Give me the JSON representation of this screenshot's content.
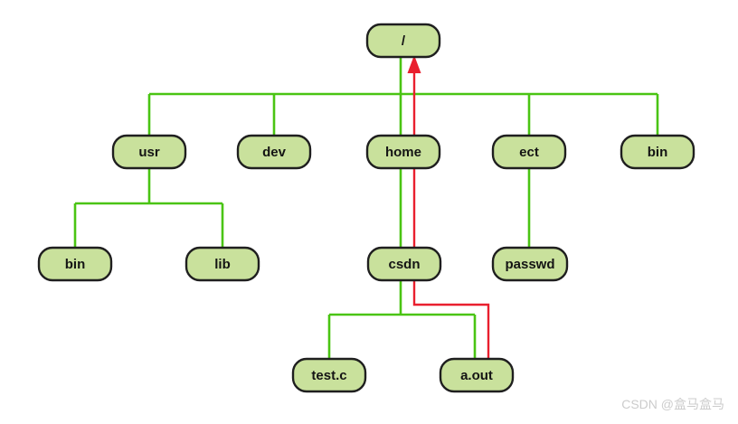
{
  "diagram": {
    "type": "tree",
    "description": "Linux filesystem directory tree with a red arrow path from a.out up through csdn and home to the root /",
    "nodes": [
      {
        "id": "root",
        "label": "/",
        "parent": null
      },
      {
        "id": "usr",
        "label": "usr",
        "parent": "/"
      },
      {
        "id": "dev",
        "label": "dev",
        "parent": "/"
      },
      {
        "id": "home",
        "label": "home",
        "parent": "/"
      },
      {
        "id": "ect",
        "label": "ect",
        "parent": "/"
      },
      {
        "id": "bin",
        "label": "bin",
        "parent": "/"
      },
      {
        "id": "usr-bin",
        "label": "bin",
        "parent": "usr"
      },
      {
        "id": "usr-lib",
        "label": "lib",
        "parent": "usr"
      },
      {
        "id": "csdn",
        "label": "csdn",
        "parent": "home"
      },
      {
        "id": "passwd",
        "label": "passwd",
        "parent": "ect"
      },
      {
        "id": "test-c",
        "label": "test.c",
        "parent": "csdn"
      },
      {
        "id": "a-out",
        "label": "a.out",
        "parent": "csdn"
      }
    ],
    "edges": [
      {
        "from": "/",
        "to": "usr"
      },
      {
        "from": "/",
        "to": "dev"
      },
      {
        "from": "/",
        "to": "home"
      },
      {
        "from": "/",
        "to": "ect"
      },
      {
        "from": "/",
        "to": "bin"
      },
      {
        "from": "usr",
        "to": "bin"
      },
      {
        "from": "usr",
        "to": "lib"
      },
      {
        "from": "home",
        "to": "csdn"
      },
      {
        "from": "ect",
        "to": "passwd"
      },
      {
        "from": "csdn",
        "to": "test.c"
      },
      {
        "from": "csdn",
        "to": "a.out"
      }
    ],
    "highlight_path": {
      "from": "a.out",
      "to": "/",
      "via": [
        "csdn",
        "home"
      ],
      "style": "red arrow pointing up at root"
    }
  },
  "watermark": {
    "text": "CSDN @盒马盒马"
  },
  "colors": {
    "background": "#ffffff",
    "edge_green": "#4ac413",
    "highlight_red": "#e91f2e",
    "node_fill": "#c9e19c",
    "node_border": "#1f1f1f",
    "node_text": "#141414",
    "watermark_gray": "#cccccc"
  }
}
